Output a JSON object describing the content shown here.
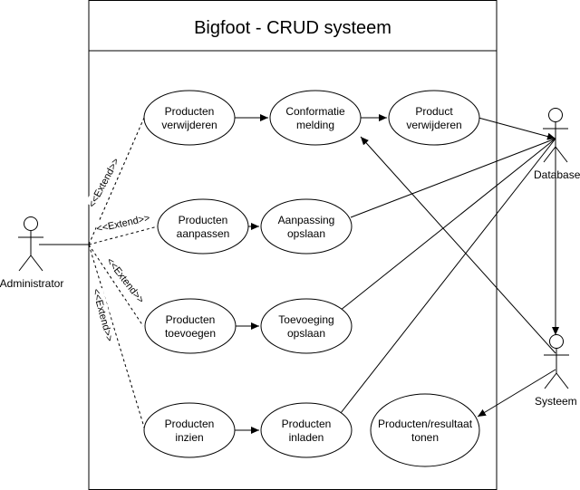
{
  "system": {
    "title": "Bigfoot - CRUD systeem"
  },
  "actors": {
    "administrator": "Administrator",
    "database": "Database",
    "systeem": "Systeem"
  },
  "use_cases": {
    "verwijderen": [
      "Producten",
      "verwijderen"
    ],
    "conformatie": [
      "Conformatie",
      "melding"
    ],
    "product_verwijderen": [
      "Product",
      "verwijderen"
    ],
    "aanpassen": [
      "Producten",
      "aanpassen"
    ],
    "aanpassing_opslaan": [
      "Aanpassing",
      "opslaan"
    ],
    "toevoegen": [
      "Producten",
      "toevoegen"
    ],
    "toevoeging_opslaan": [
      "Toevoeging",
      "opslaan"
    ],
    "inzien": [
      "Producten",
      "inzien"
    ],
    "inladen": [
      "Producten",
      "inladen"
    ],
    "resultaat_tonen": [
      "Producten/resultaat",
      "tonen"
    ]
  },
  "extend_label": "<<Extend>>"
}
